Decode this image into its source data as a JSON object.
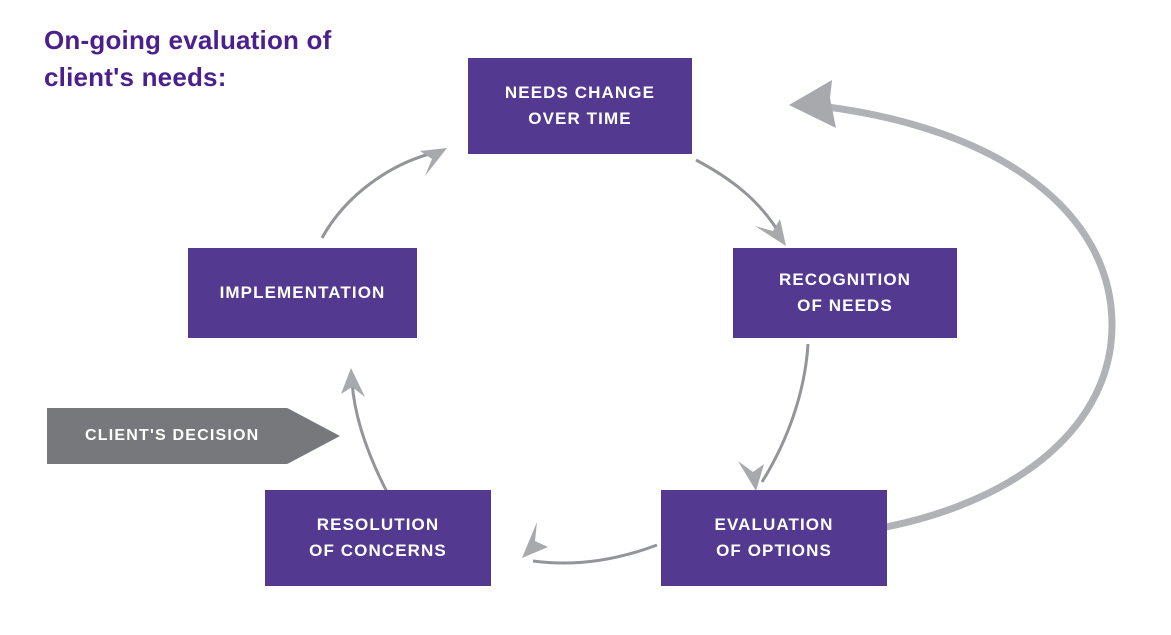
{
  "page": {
    "background_color": "#ffffff",
    "title": "On-going evaluation of\nclient's needs:",
    "title_color": "#4b1f8c"
  },
  "colors": {
    "stage_fill": "#53398f",
    "stage_text": "#ffffff",
    "banner_fill": "#77787b",
    "arrow_gray": "#a7a9ac",
    "outer_loop_gray": "#b0b2b5",
    "inner_arc_gray": "#939598"
  },
  "diagram": {
    "type": "cycle",
    "direction": "clockwise",
    "stages": [
      {
        "id": "needs-change",
        "label": "NEEDS CHANGE\nOVER TIME",
        "position": "top"
      },
      {
        "id": "recognition",
        "label": "RECOGNITION\nOF NEEDS",
        "position": "right"
      },
      {
        "id": "evaluation",
        "label": "EVALUATION\nOF OPTIONS",
        "position": "bottom-right"
      },
      {
        "id": "resolution",
        "label": "RESOLUTION\nOF CONCERNS",
        "position": "bottom-left"
      },
      {
        "id": "implementation",
        "label": "IMPLEMENTATION",
        "position": "left"
      }
    ],
    "banner": {
      "id": "clients-decision",
      "label": "CLIENT'S DECISION",
      "shape": "right-pointing-chevron"
    },
    "connectors": [
      {
        "from": "needs-change",
        "to": "recognition",
        "style": "curved-arrow",
        "direction": "down-right"
      },
      {
        "from": "recognition",
        "to": "evaluation",
        "style": "curved-arrow",
        "direction": "down-left"
      },
      {
        "from": "evaluation",
        "to": "resolution",
        "style": "curved-arrow",
        "direction": "left"
      },
      {
        "from": "resolution",
        "to": "implementation",
        "style": "curved-arrow",
        "direction": "up"
      },
      {
        "from": "implementation",
        "to": "needs-change",
        "style": "curved-arrow",
        "direction": "up-right"
      },
      {
        "from": "evaluation",
        "to": "needs-change",
        "style": "outer-loop-arrow",
        "direction": "left"
      }
    ]
  }
}
